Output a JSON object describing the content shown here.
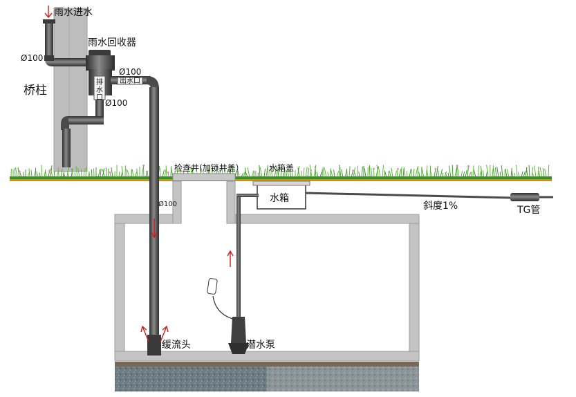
{
  "labels": {
    "rain_inlet": "雨水进水",
    "collector": "雨水回收器",
    "pier": "桥柱",
    "dia_inlet": "Ø100",
    "dia_outlet": "Ø100",
    "outlet_port": "出水口",
    "drain_port": "排水口",
    "dia_drain": "Ø100",
    "inspection_well": "检查井(加锁井盖）",
    "tank_cover": "水箱盖",
    "dia_down": "Ø100",
    "water_tank": "水箱",
    "slope": "斜度1%",
    "tg_pipe": "TG管",
    "diffuser": "缓流头",
    "pump": "潜水泵"
  },
  "colors": {
    "pipe": "#4a4a4a",
    "pipe_highlight": "#8a8a8a",
    "concrete": "#c4c4c4",
    "concrete_edge": "#9a9a9a",
    "pier": "#bdbdbd",
    "grass": "#3f9a2a",
    "soil_line": "#e08a00",
    "arrow": "#d11a1a",
    "gravel": "#6f7f86",
    "slab": "#7a6a55"
  }
}
